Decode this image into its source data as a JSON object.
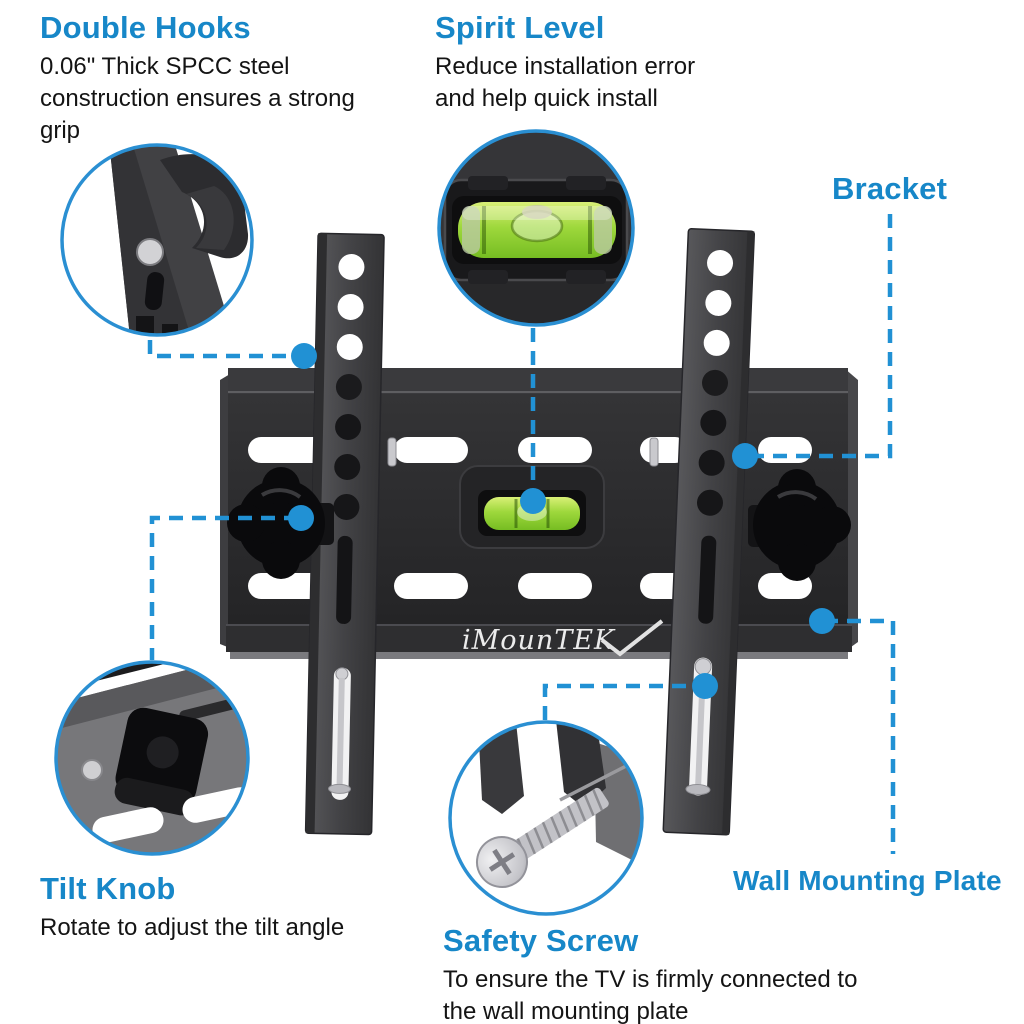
{
  "product": {
    "brand": "iMounTEK",
    "type": "tilting TV wall mount bracket"
  },
  "colors": {
    "accent_text": "#1787c8",
    "leader_line": "#2191d4",
    "inset_ring": "#2a8fd2",
    "product_dark": "#2b2b2d",
    "vial_green": "#8dc63f",
    "metal_silver": "#c9c9cc",
    "background": "#ffffff"
  },
  "callouts": {
    "double_hooks": {
      "title": "Double Hooks",
      "description": "0.06\" Thick SPCC steel construction ensures a strong grip"
    },
    "spirit_level": {
      "title": "Spirit Level",
      "description": "Reduce installation error and help quick install"
    },
    "bracket": {
      "title": "Bracket"
    },
    "tilt_knob": {
      "title": "Tilt Knob",
      "description": "Rotate to adjust the tilt angle"
    },
    "safety_screw": {
      "title": "Safety Screw",
      "description": "To ensure the TV is firmly connected to the wall mounting plate"
    },
    "wall_mounting_plate": {
      "title": "Wall Mounting Plate"
    }
  }
}
